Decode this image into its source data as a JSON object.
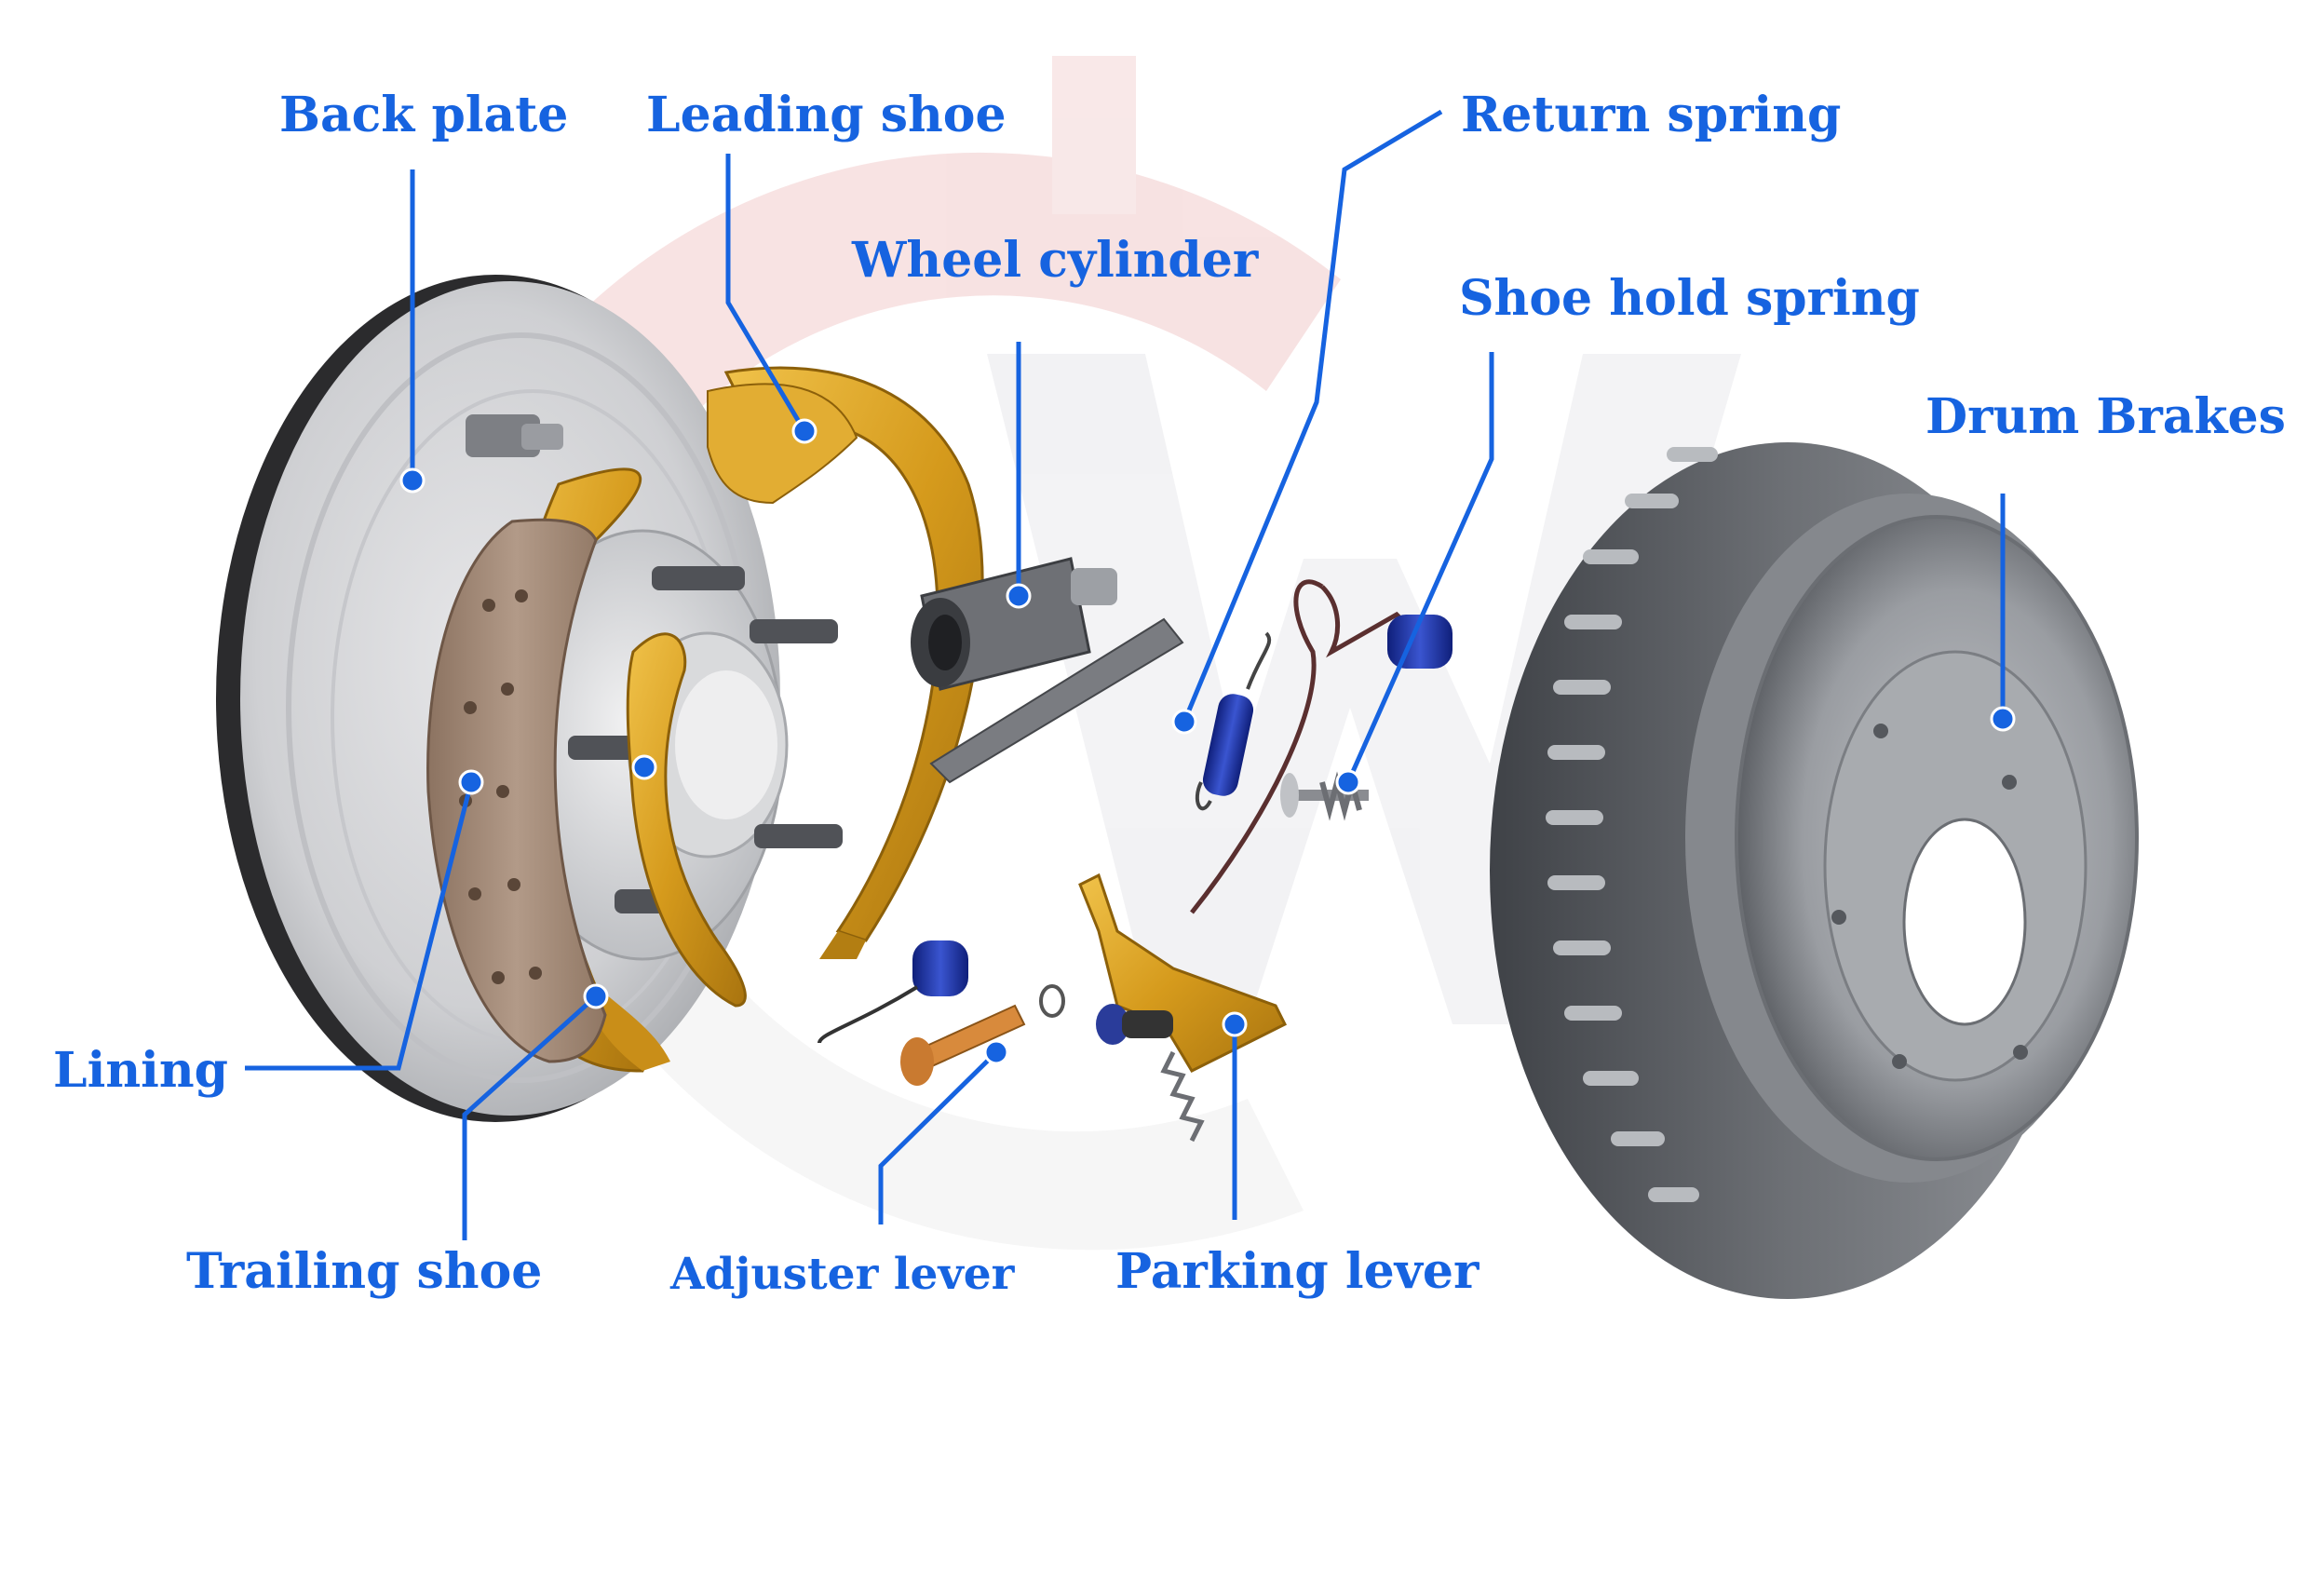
{
  "labels": {
    "back_plate": "Back plate",
    "leading_shoe": "Leading shoe",
    "wheel_cylinder": "Wheel cylinder",
    "return_spring": "Return spring",
    "shoe_hold_spring": "Shoe hold spring",
    "drum_brakes": "Drum Brakes",
    "lining": "Lining",
    "trailing_shoe": "Trailing shoe",
    "adjuster_lever": "Adjuster lever",
    "parking_lever": "Parking lever"
  },
  "colors": {
    "label_blue": "#1663e0",
    "shoe_gold": "#d7a224",
    "lining_brown": "#a88a75",
    "spring_blue": "#1f35a8",
    "drum_grey": "#8a8d92",
    "watermark_red": "#f0c8c8"
  }
}
